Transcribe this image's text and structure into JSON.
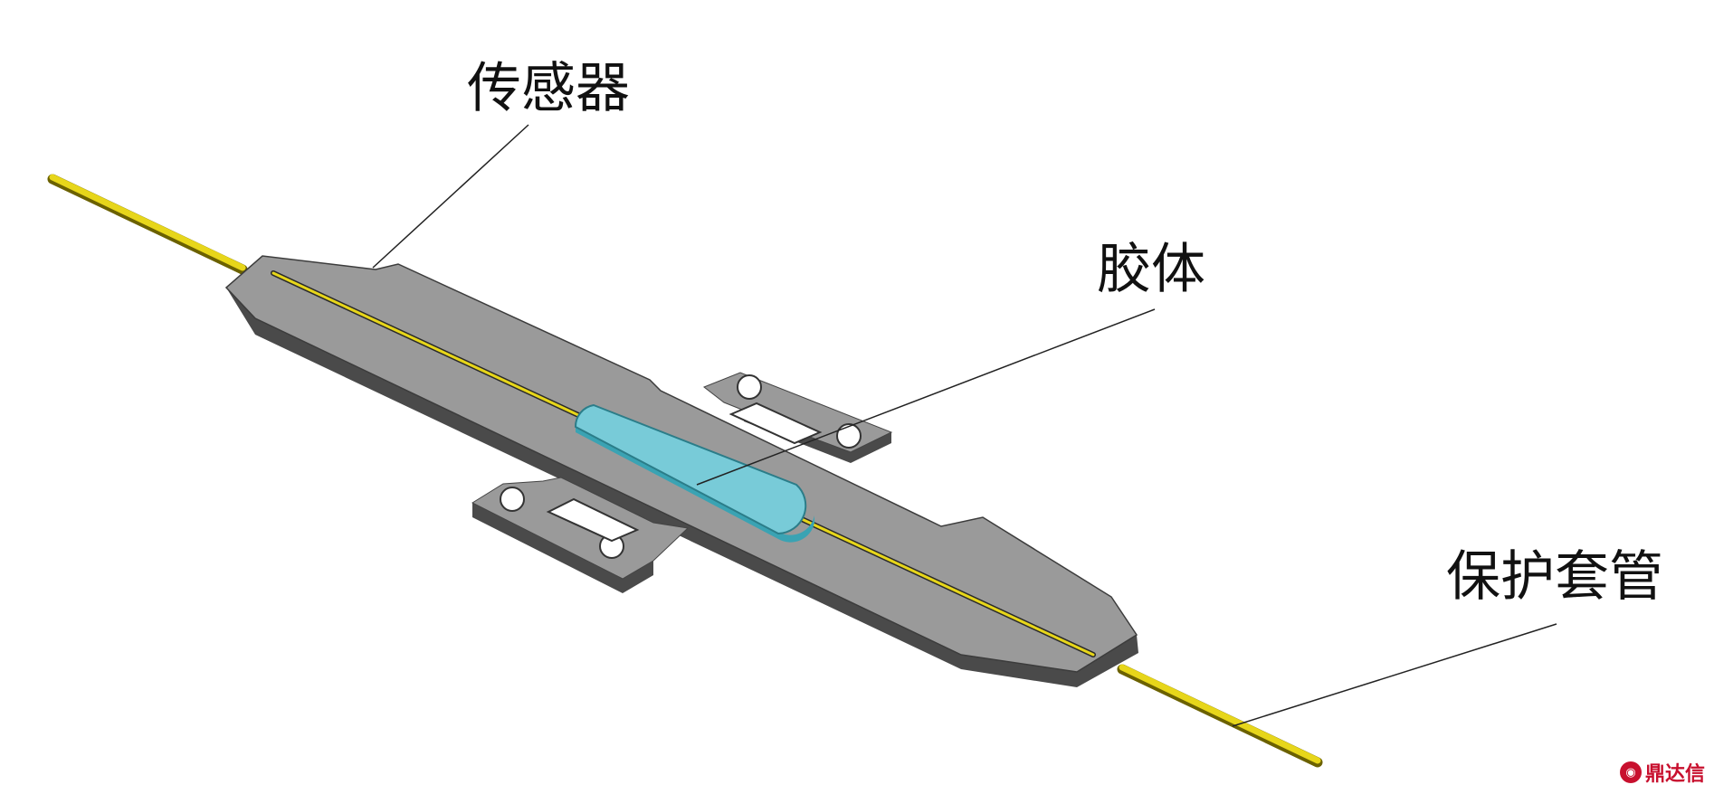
{
  "labels": {
    "sensor": "传感器",
    "glue": "胶体",
    "tube": "保护套管"
  },
  "watermark": "鼎达信",
  "colors": {
    "plate_top": "#9a9a9a",
    "plate_side": "#4a4a4a",
    "fiber": "#e7d61a",
    "glue": "#78cbd8",
    "leader_line": "#222222",
    "watermark": "#c8102e"
  }
}
